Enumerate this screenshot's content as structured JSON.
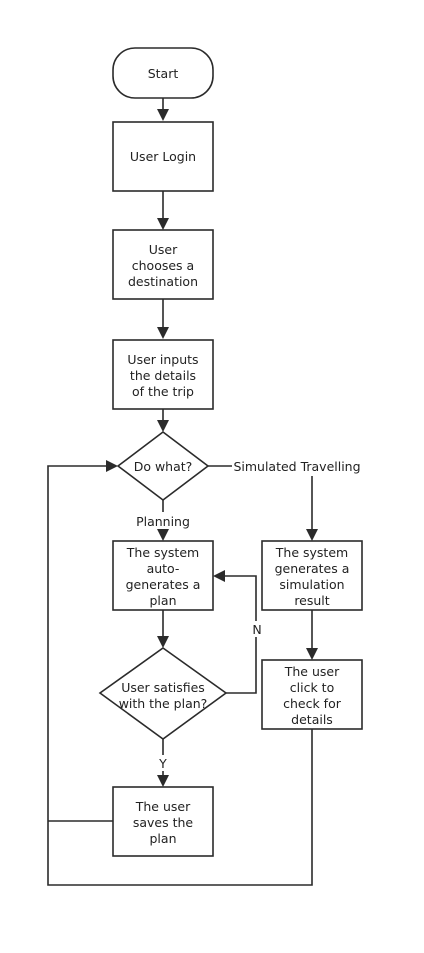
{
  "nodes": {
    "start": [
      "Start"
    ],
    "login": [
      "User Login"
    ],
    "destination": [
      "User",
      "chooses a",
      "destination"
    ],
    "trip_details": [
      "User inputs",
      "the details",
      "of the trip"
    ],
    "decision": [
      "Do what?"
    ],
    "auto_plan": [
      "The system",
      "auto-",
      "generates a",
      "plan"
    ],
    "satisfied": [
      "User satisfies",
      "with the plan?"
    ],
    "save_plan": [
      "The user",
      "saves the",
      "plan"
    ],
    "simulation": [
      "The system",
      "generates a",
      "simulation",
      "result"
    ],
    "check_details": [
      "The user",
      "click to",
      "check for",
      "details"
    ]
  },
  "edge_labels": {
    "simulated": "Simulated Travelling",
    "planning": "Planning",
    "no": "N",
    "yes": "Y"
  }
}
